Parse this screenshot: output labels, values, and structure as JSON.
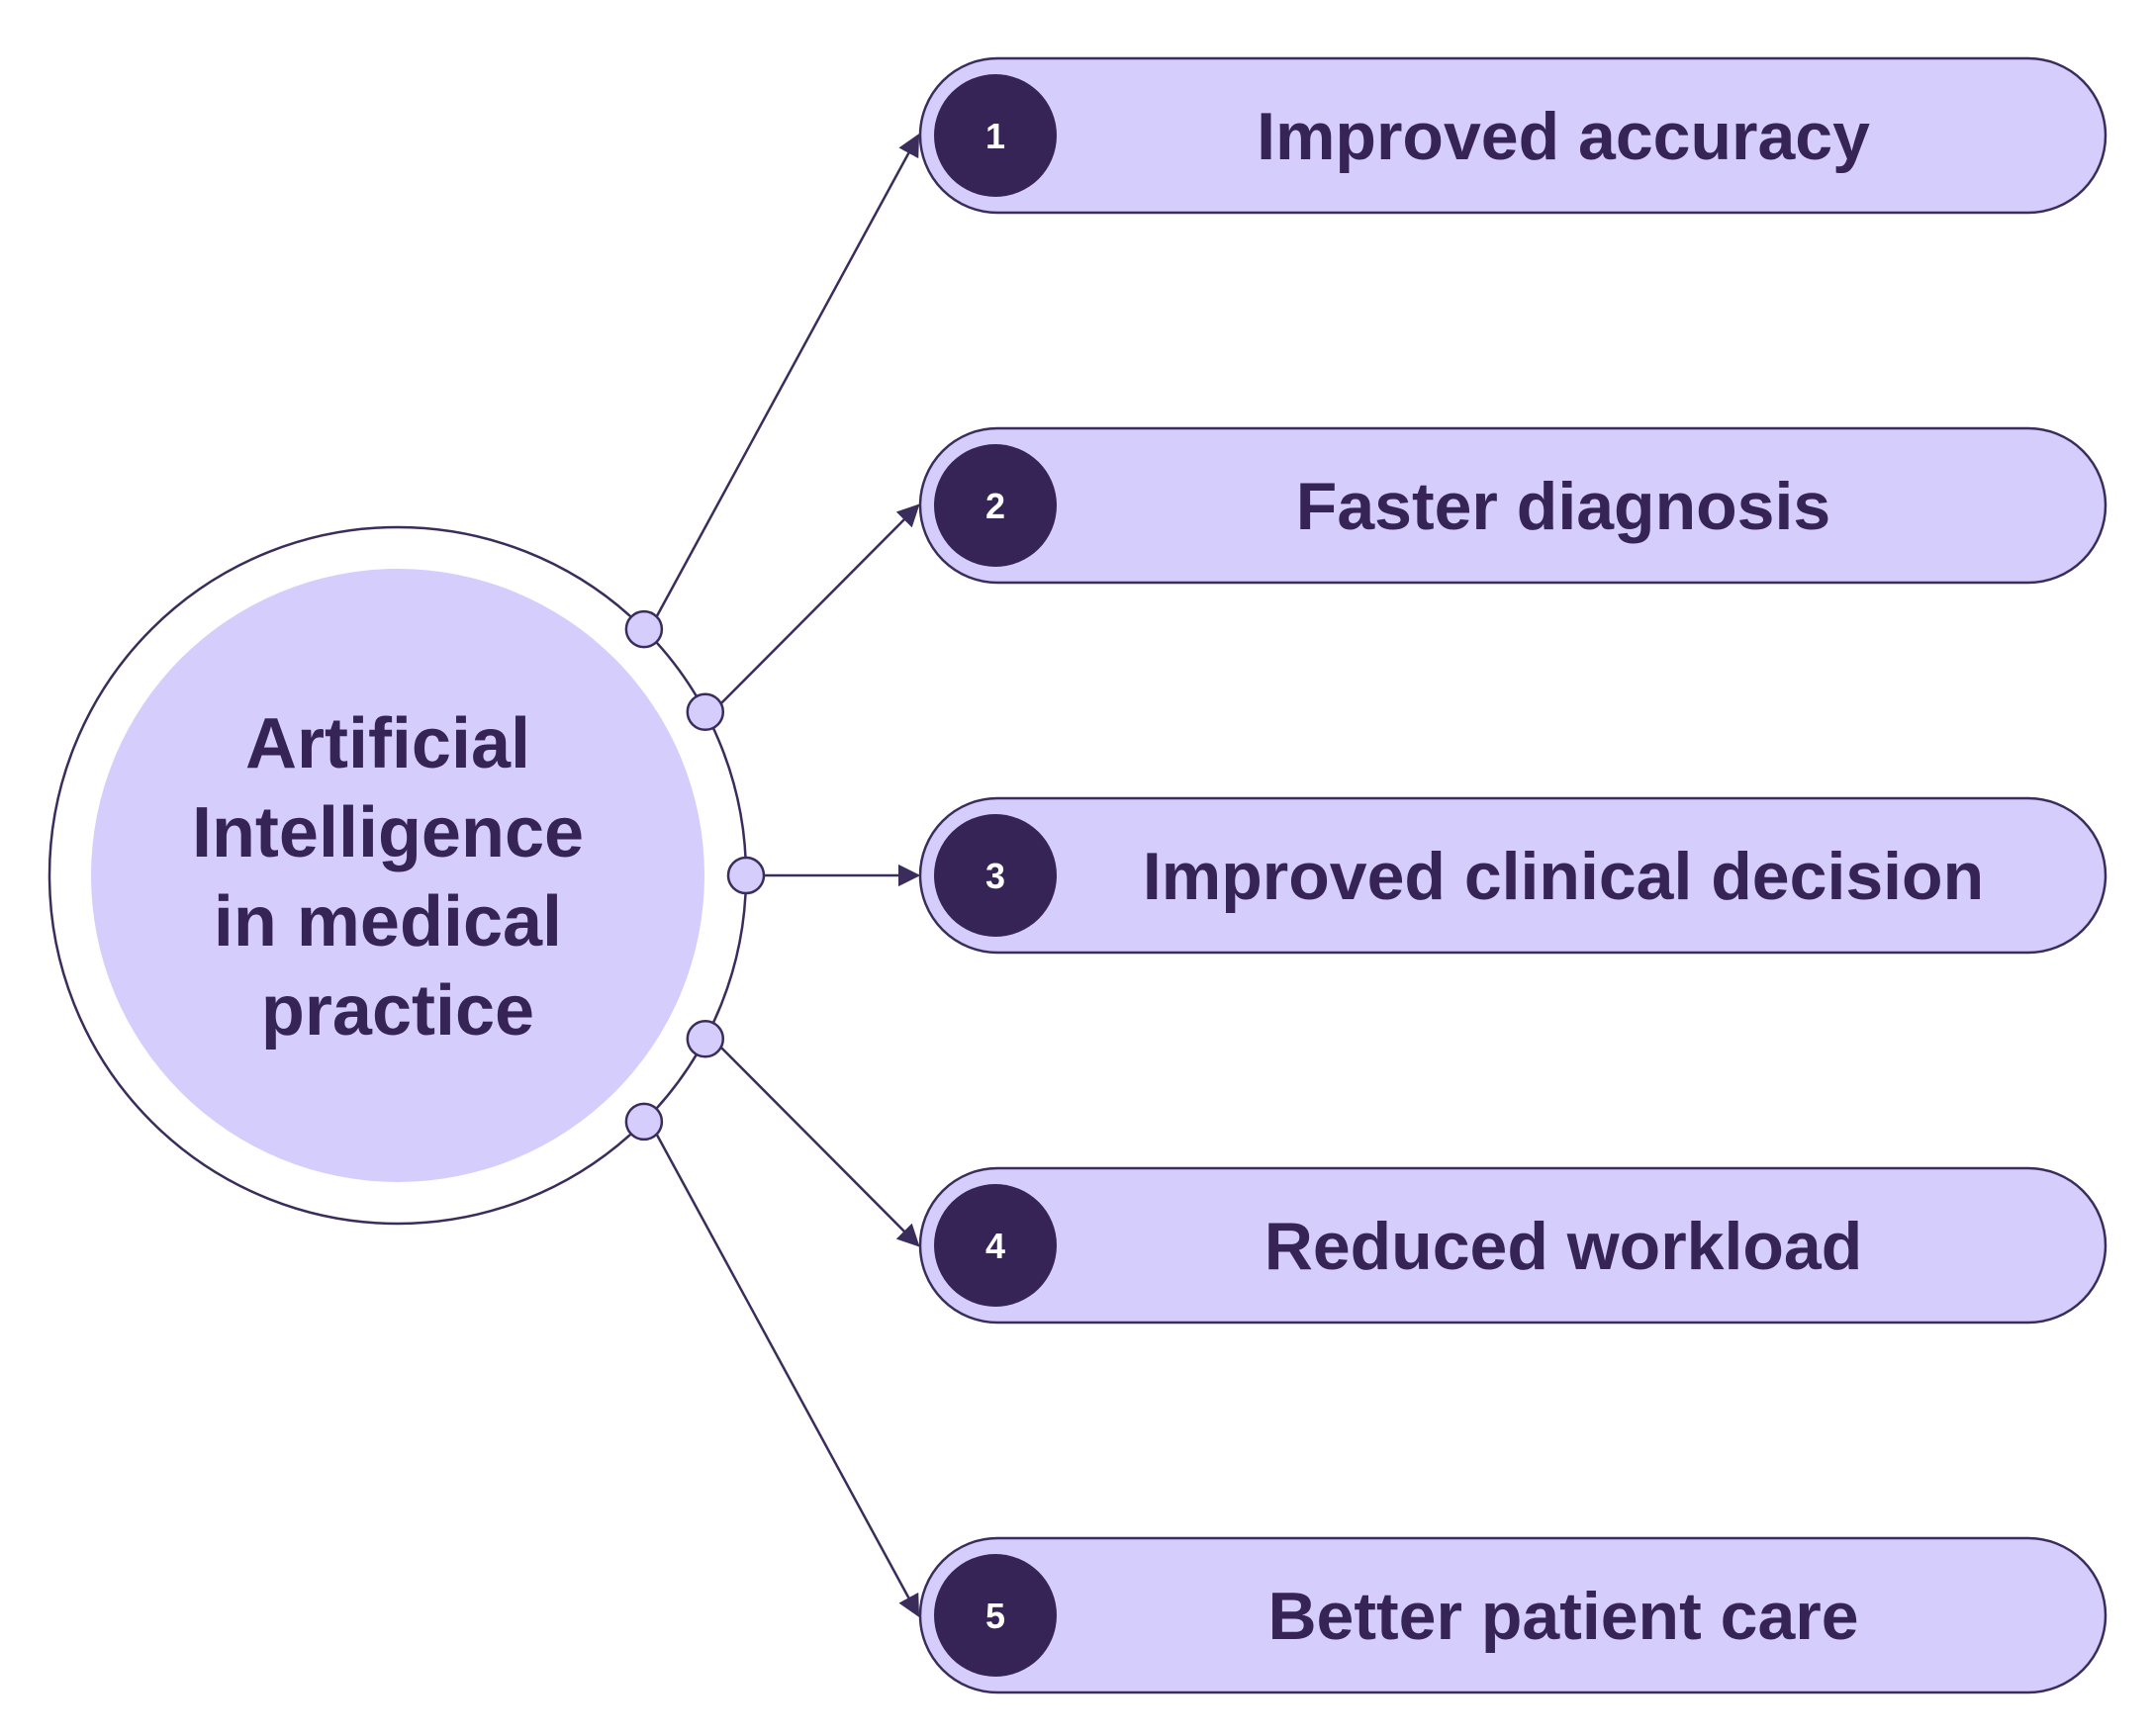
{
  "colors": {
    "fill": "#d5cdfc",
    "dark": "#352455",
    "line": "#3a2d5c",
    "number_text": "#ffffff"
  },
  "hub": {
    "lines": [
      "Artificial",
      "Intelligence",
      "in medical",
      "practice"
    ]
  },
  "items": [
    {
      "number": "1",
      "label": "Improved accuracy"
    },
    {
      "number": "2",
      "label": "Faster diagnosis"
    },
    {
      "number": "3",
      "label": "Improved clinical decision"
    },
    {
      "number": "4",
      "label": "Reduced workload"
    },
    {
      "number": "5",
      "label": "Better patient care"
    }
  ]
}
